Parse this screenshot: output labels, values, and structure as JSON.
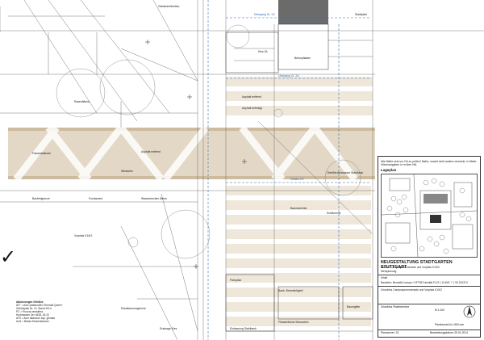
{
  "document": {
    "project_title": "NEUGESTALTUNG STADTGARTEN STUTTGART",
    "project_subtitle_1": "Bereich Campusprommenade und Vorplatz K1/K2",
    "section_label": "Werkplanung",
    "inhalt_label": "Inhalt",
    "client_line": "Bauleiter: Benedikt Lampe / HFT65 Fakultät FL20 ∣ 8 UNC 7 ∣ 90 201374",
    "content_line": "Grundriss Campusprommenade und Vorplatz K1/K2",
    "table_label_1": "Grundriss Platzbereiche",
    "scale": "M 1:100",
    "plot_label": "Planformat A4 x 594 mm",
    "plan_no_label": "Planummer: 01",
    "date_label": "Bearbeitungsdatum: 25.01.2014",
    "note_text": "Alle Maße sind vor Ort zu prüfen! Maße, soweit nicht anders vermerkt, in Meter. Höhenangaben in m über NN.",
    "map_label": "Lageplan"
  },
  "legend": {
    "heading": "Abkürzungen Gehölze",
    "lines": [
      "ATT = Acer platanoides 'Emerald Queen'",
      "Gehölzplan Nr. 12, Stand 2014",
      "PC = Prunus cerasifera",
      "Hochstamm 3xv mDB, 18-20",
      "ATS = Acer tataricum ssp. ginnala",
      "ALN = Betula Heckenkirsche"
    ]
  },
  "labels": {
    "top_center": "Gebäudeüberbau",
    "stadtplatz": "Stadtplatz",
    "kes": "Kies 2A",
    "beton": "Betonpflaster",
    "asphalt_1": "Asphalt entfernt",
    "asphalt_2": "Asphalt befestigt",
    "asphalt_3": "Asphalt entfernt",
    "rasen": "Rasenfläche",
    "bauf": "Baufeldgrenze",
    "fundament": "Fundament",
    "wasser": "Wasserbecken Beton",
    "sitzstufen": "Sitzstufen",
    "fahrradst": "Fahrradständer",
    "pflaster": "Pflasterfläche Betonstein",
    "einfassung": "Einfassung Stahlbank",
    "baumscheibe": "Baumscheibe",
    "schlitzrinne": "Schlitzrinne",
    "oberfl": "Oberflächenwasser Stahlbank",
    "bank": "Bank, Betonfertigteil",
    "gitter": "Baumgitter",
    "vorplatz": "Vorplatz K1/K2",
    "rinne": "Entwässerungsrinne",
    "drainage": "Drainage Kies",
    "parkplatz": "Parkplatz",
    "blue_1": "Übergang Gl. 1/2",
    "blue_2": "Übergang Gl. 3/4",
    "blue_3": "Gefälle 2%"
  },
  "colors": {
    "paving_band": "#e3d8c6",
    "paving_band_dark": "#cdbba0",
    "line": "#555555",
    "accent_blue": "#3a6fb0",
    "dark_block": "#6b6b6b"
  }
}
